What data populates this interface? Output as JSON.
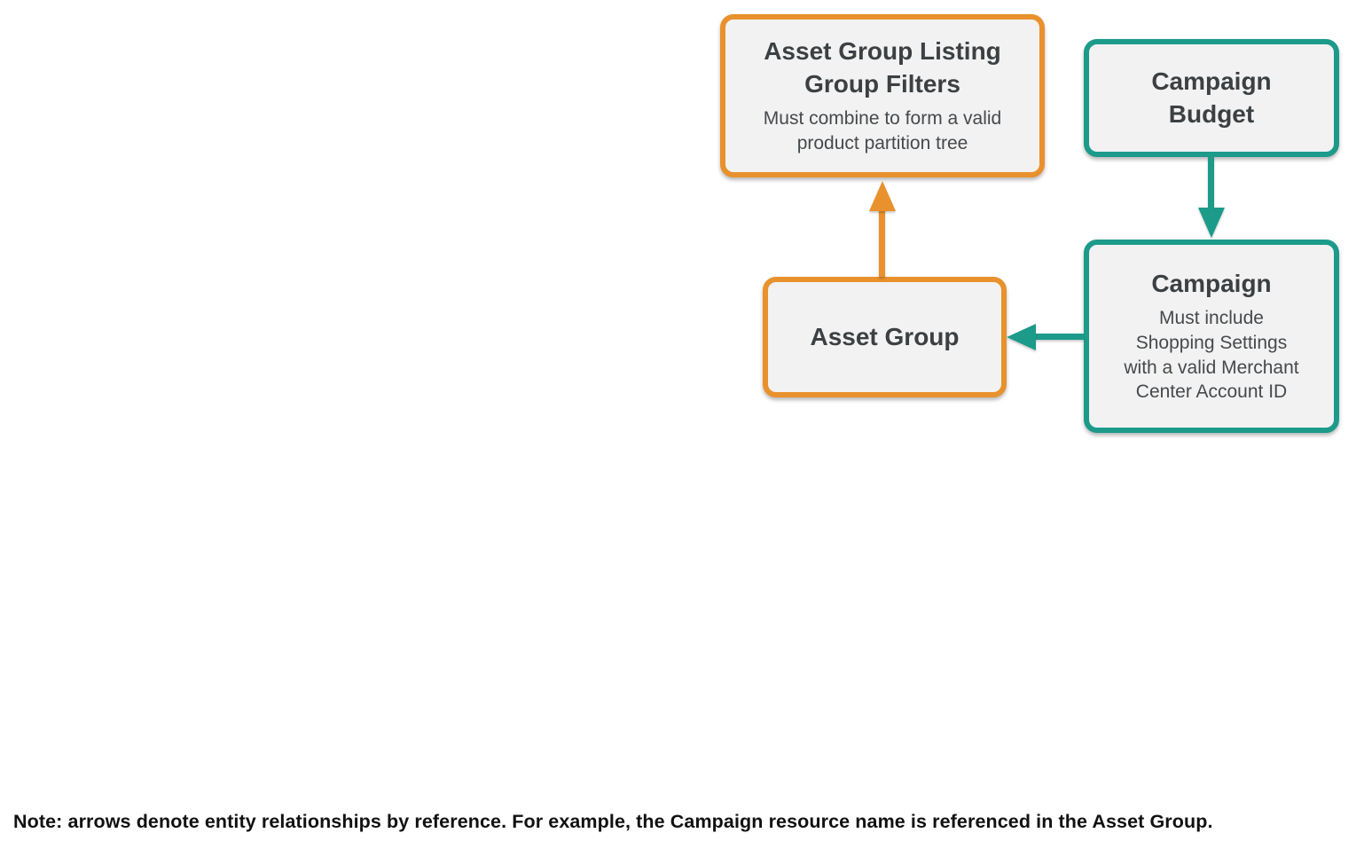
{
  "diagram": {
    "nodes": {
      "listing_group_filters": {
        "title": "Asset Group Listing\nGroup Filters",
        "subtitle": "Must combine to form a valid\nproduct partition tree",
        "accent": "orange"
      },
      "campaign_budget": {
        "title": "Campaign\nBudget",
        "accent": "teal"
      },
      "campaign": {
        "title": "Campaign",
        "subtitle": "Must include\nShopping Settings\nwith a valid Merchant\nCenter Account ID",
        "accent": "teal"
      },
      "asset_group": {
        "title": "Asset Group",
        "accent": "orange"
      }
    },
    "arrows": [
      {
        "name": "asset-group-to-listing-group-filters",
        "color": "orange",
        "direction": "up"
      },
      {
        "name": "campaign-budget-to-campaign",
        "color": "teal",
        "direction": "down"
      },
      {
        "name": "campaign-to-asset-group",
        "color": "teal",
        "direction": "left"
      }
    ],
    "colors": {
      "orange": "#E8912D",
      "teal": "#1C9A8A",
      "node_bg": "#F2F2F2",
      "title_text": "#3C4043",
      "subtitle_text": "#46494C",
      "note_text": "#111111"
    }
  },
  "note": "Note: arrows denote entity relationships by reference. For example, the Campaign resource name is referenced in the Asset Group."
}
